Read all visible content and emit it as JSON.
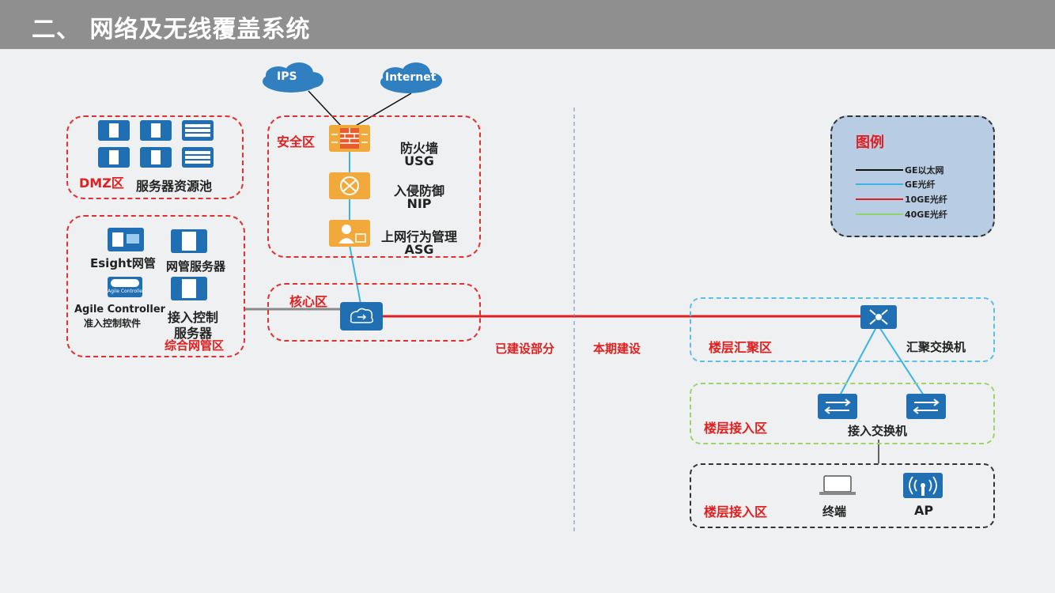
{
  "header": {
    "title": "二、 网络及无线覆盖系统"
  },
  "cloud": {
    "ips": "IPS",
    "internet": "Internet"
  },
  "zones": {
    "dmz": "DMZ区",
    "server_pool": "服务器资源池",
    "security": "安全区",
    "mgmt": "综合网管区",
    "core": "核心区",
    "floor_agg": "楼层汇聚区",
    "floor_access_1": "楼层接入区",
    "floor_access_2": "楼层接入区"
  },
  "devices": {
    "firewall_name": "防火墙",
    "firewall_model": "USG",
    "ips_name": "入侵防御",
    "ips_model": "NIP",
    "asg_name": "上网行为管理",
    "asg_model": "ASG",
    "esight": "Esight网管",
    "nms_server": "网管服务器",
    "agile": "Agile Controller",
    "agile_sub": "准入控制软件",
    "agile_icon_text": "Agile Controller",
    "access_ctrl_1": "接入控制",
    "access_ctrl_2": "服务器",
    "agg_switch": "汇聚交换机",
    "access_switch": "接入交换机",
    "terminal": "终端",
    "ap": "AP"
  },
  "divider": {
    "left": "已建设部分",
    "right": "本期建设"
  },
  "legend": {
    "title": "图例",
    "items": [
      {
        "label": "GE以太网",
        "color": "#111111"
      },
      {
        "label": "GE光纤",
        "color": "#3bb4e5"
      },
      {
        "label": "10GE光纤",
        "color": "#e02020"
      },
      {
        "label": "40GE光纤",
        "color": "#8fd16b"
      }
    ]
  },
  "colors": {
    "header_bg": "#8f8f8f",
    "zone_red": "#e03131",
    "zone_blue": "#5bc0e8",
    "zone_green": "#9ed36a",
    "device_blue": "#1f6fb2",
    "device_orange": "#f0a93a"
  }
}
